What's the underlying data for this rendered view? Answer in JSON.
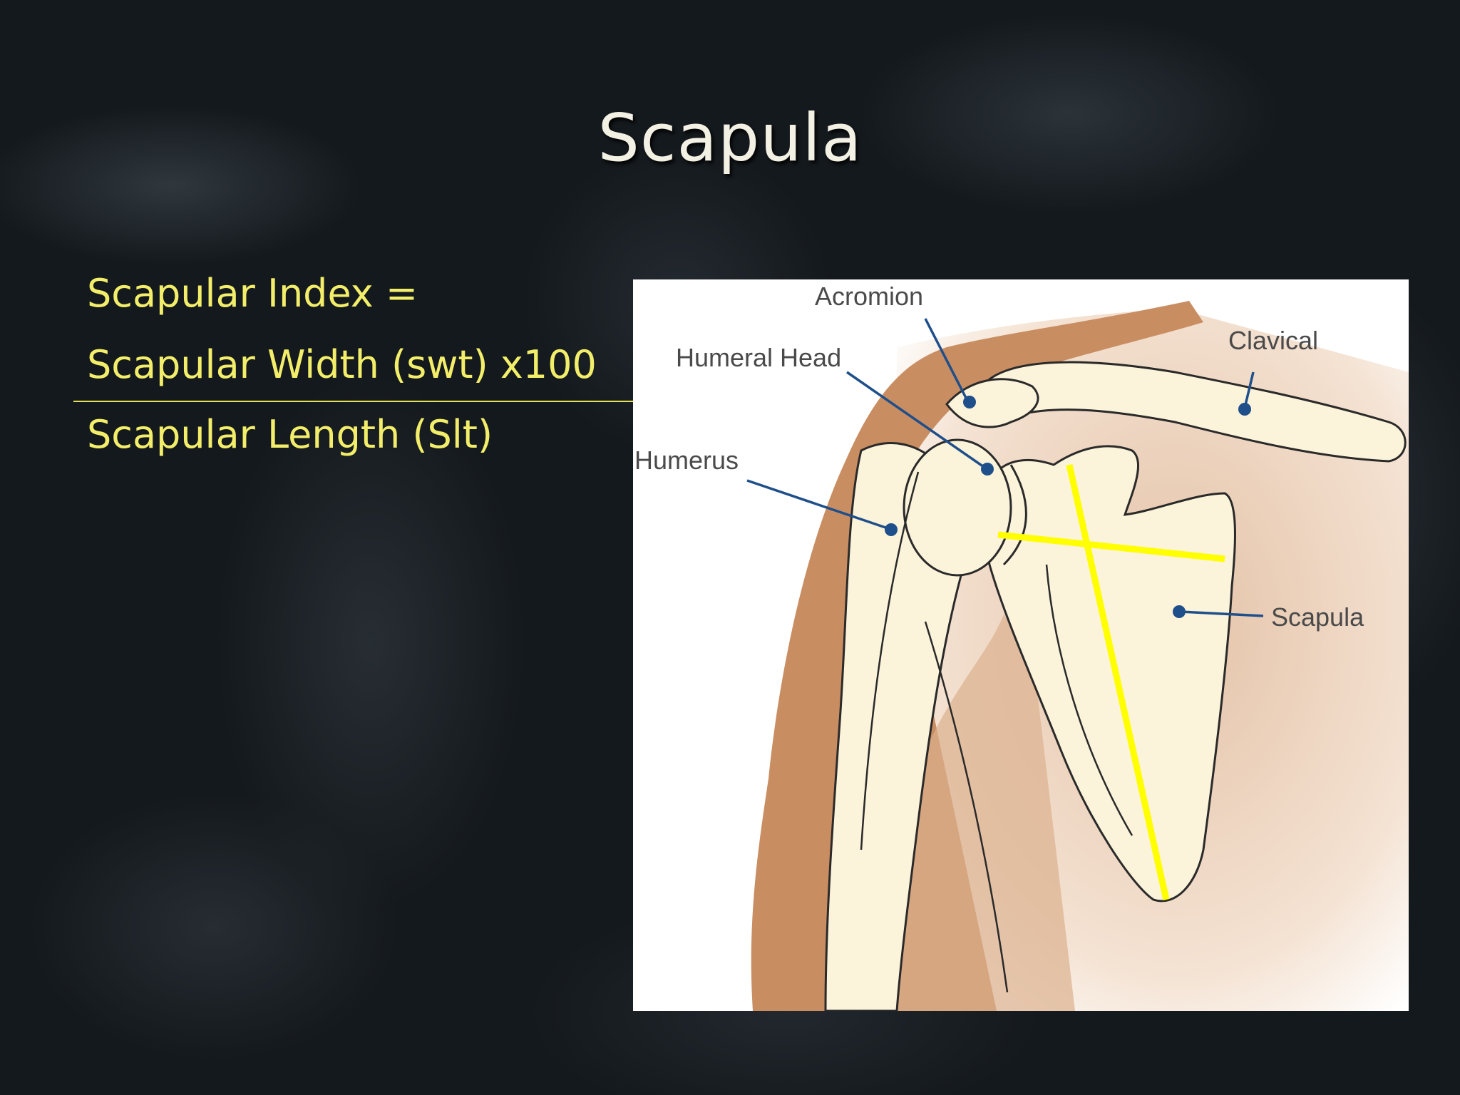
{
  "slide": {
    "title": "Scapula"
  },
  "formula": {
    "line1": "Scapular Index =",
    "numerator": "Scapular Width (swt) x100",
    "denominator": "Scapular Length (Slt)"
  },
  "diagram": {
    "labels": {
      "acromion": "Acromion",
      "humeral_head": "Humeral Head",
      "clavical": "Clavical",
      "humerus": "Humerus",
      "scapula": "Scapula"
    },
    "colors": {
      "skin": "#c98d62",
      "bone": "#fbf3da",
      "measure_lines": "#ffff00",
      "pointer": "#1f4f8a"
    }
  }
}
